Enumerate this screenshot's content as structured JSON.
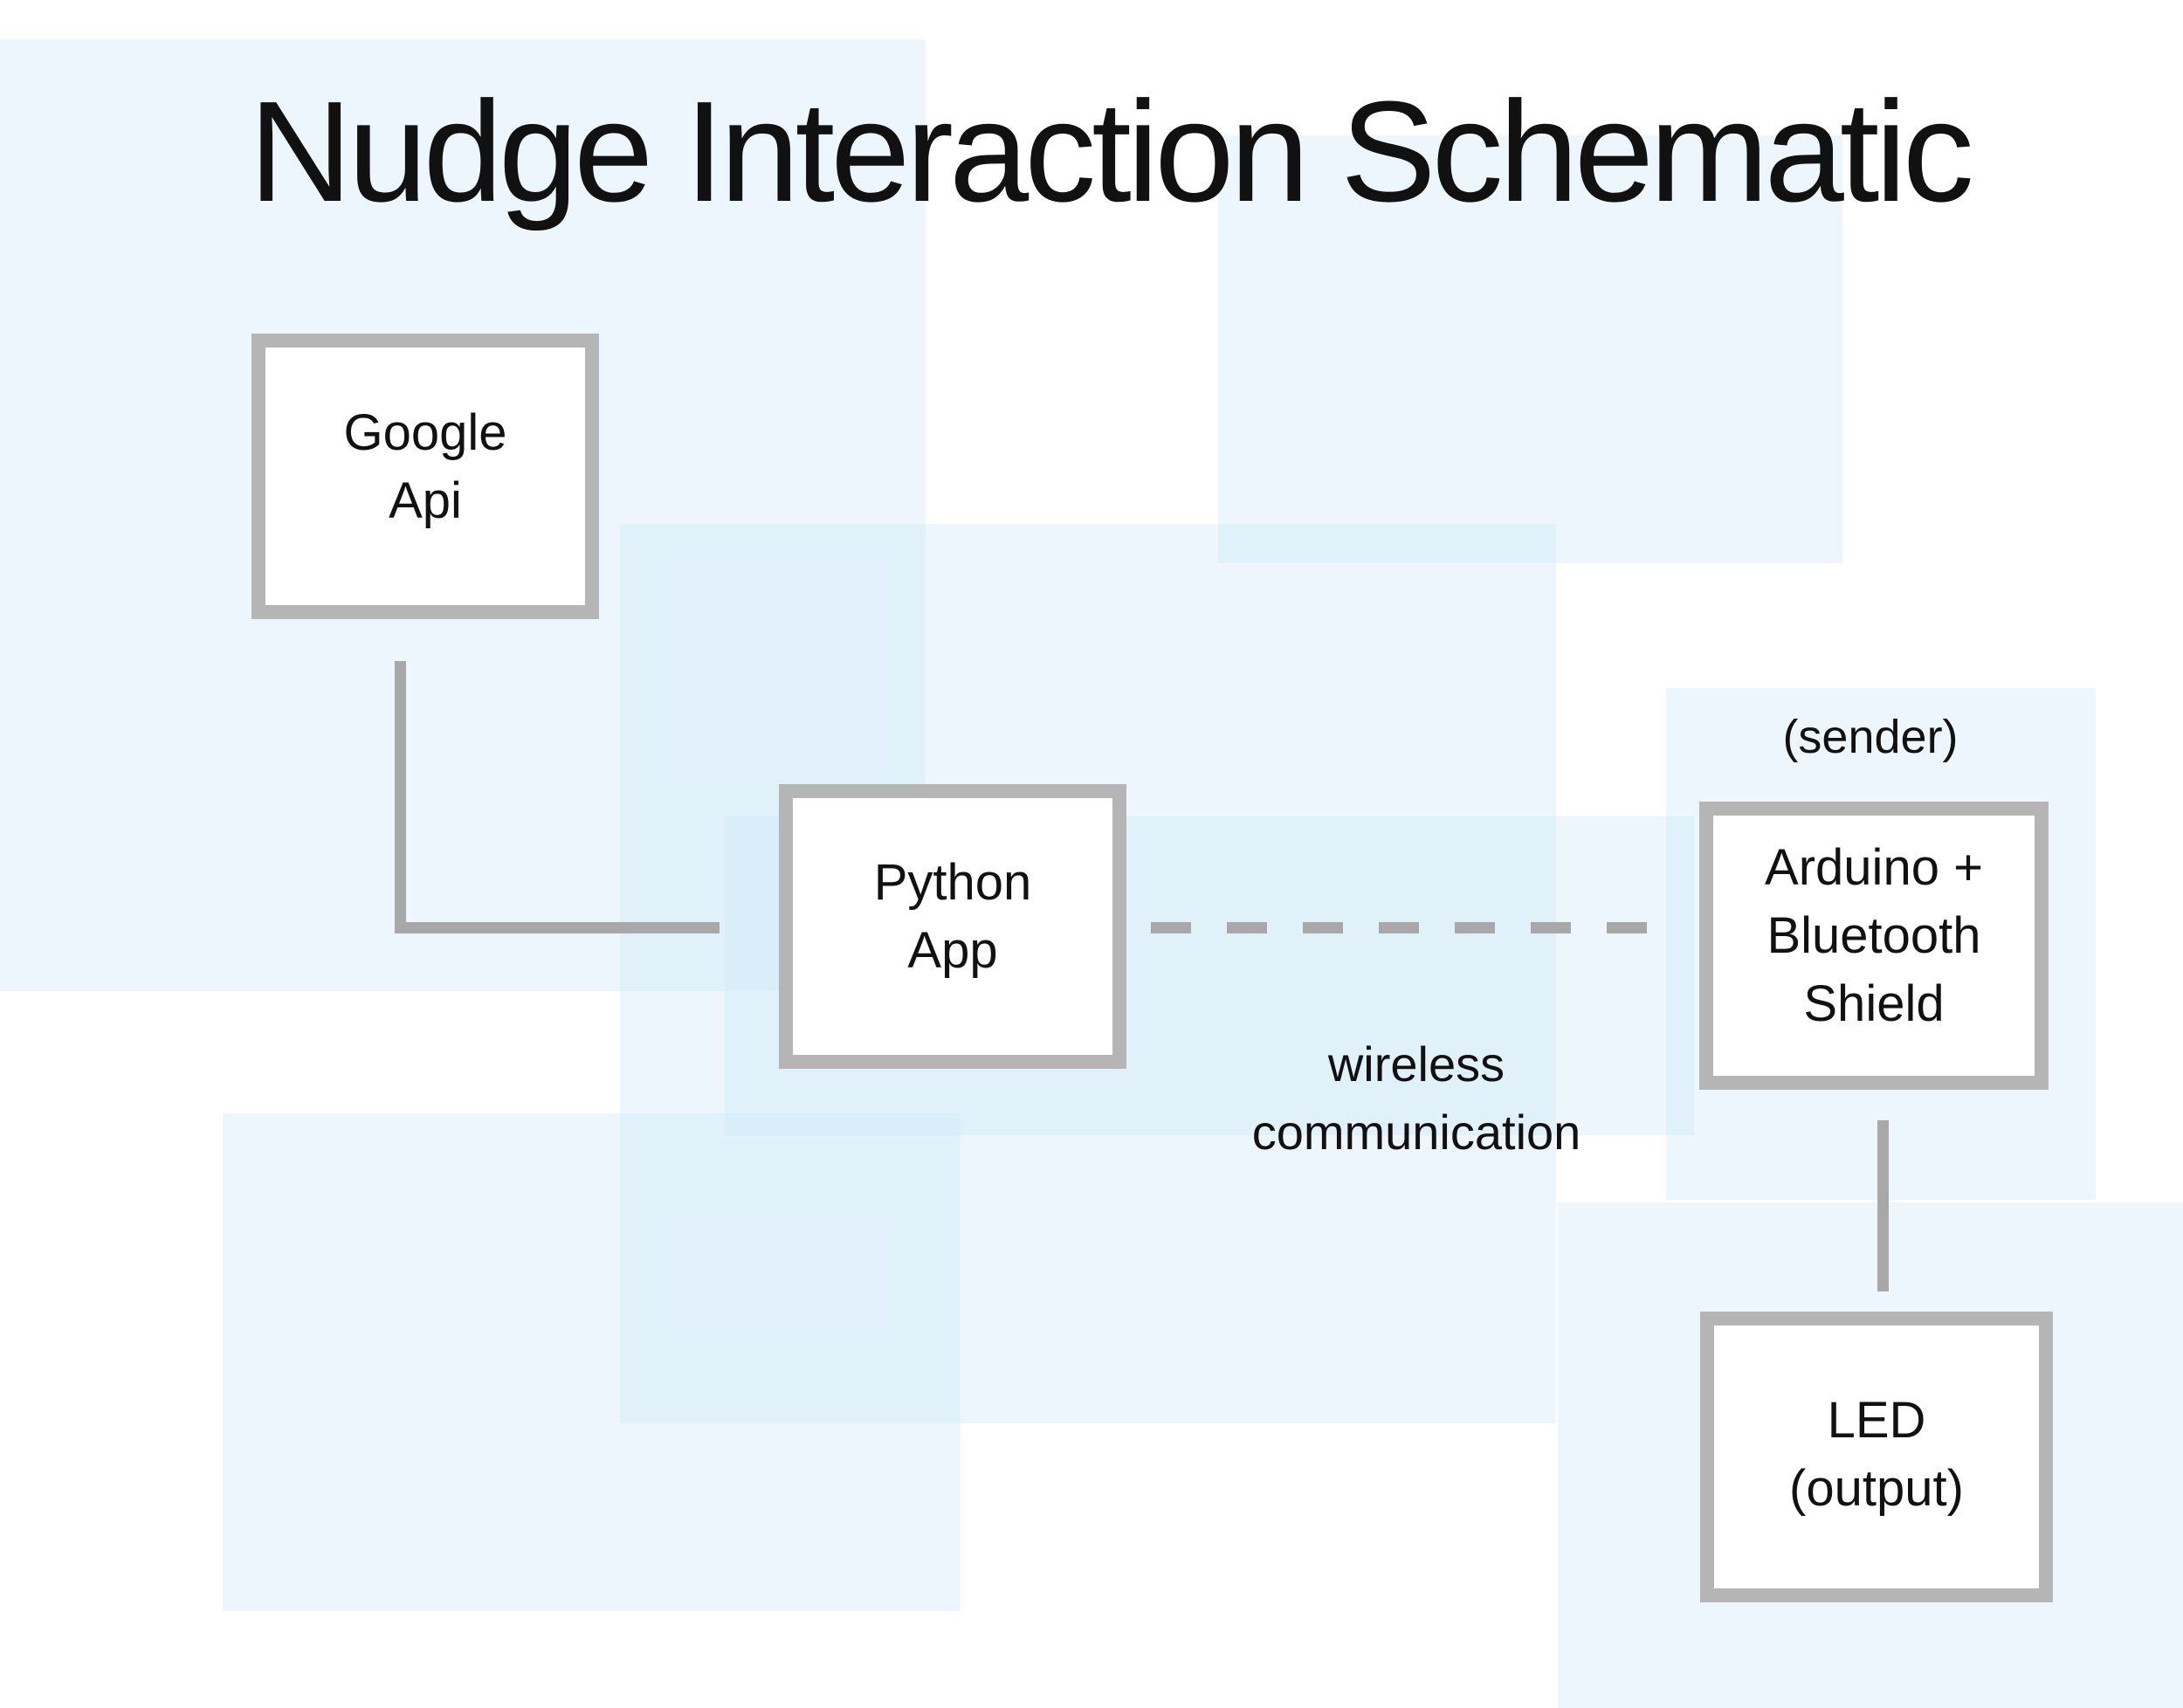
{
  "title": "Nudge Interaction Schematic",
  "diagram": {
    "nodes": {
      "google_api": {
        "lines": [
          "Google",
          "Api"
        ]
      },
      "python_app": {
        "lines": [
          "Python",
          "App"
        ]
      },
      "arduino": {
        "lines": [
          "Arduino +",
          "Bluetooth",
          "Shield"
        ],
        "annotation": "(sender)"
      },
      "led": {
        "lines": [
          "LED",
          "(output)"
        ]
      }
    },
    "edges": [
      {
        "from": "google_api",
        "to": "python_app",
        "style": "solid-elbow",
        "label": ""
      },
      {
        "from": "python_app",
        "to": "arduino",
        "style": "dashed",
        "label": "wireless communication"
      },
      {
        "from": "arduino",
        "to": "led",
        "style": "solid",
        "label": ""
      }
    ]
  },
  "labels": {
    "sender": "(sender)",
    "wireless_line1": "wireless",
    "wireless_line2": "communication"
  },
  "colors": {
    "background": "#ffffff",
    "tile_blue": "#d2e9f8",
    "box_border": "#b5b5b5",
    "box_fill": "#ffffff",
    "connector": "#a8a8a8",
    "text": "#111111"
  }
}
